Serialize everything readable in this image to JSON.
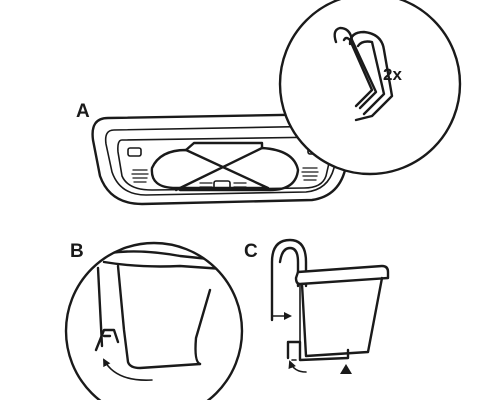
{
  "panels": {
    "a": {
      "label": "A"
    },
    "b": {
      "label": "B"
    },
    "c": {
      "label": "C"
    }
  },
  "callout": {
    "quantity": "2x"
  },
  "colors": {
    "line": "#1a1a1a",
    "background": "#ffffff"
  },
  "icons": [
    "hook-icon",
    "arrow-down-icon",
    "arrow-up-icon",
    "curved-arrow-icon"
  ]
}
